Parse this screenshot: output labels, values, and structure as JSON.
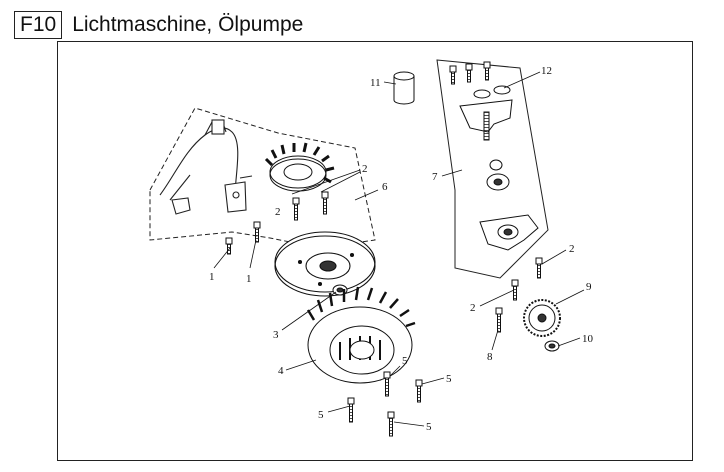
{
  "header": {
    "code": "F10",
    "title": "Lichtmaschine, Ölpumpe"
  },
  "callouts": {
    "c1a": "1",
    "c1b": "1",
    "c2a": "2",
    "c2b": "2",
    "c2c": "2",
    "c2d": "2",
    "c3": "3",
    "c4": "4",
    "c5a": "5",
    "c5b": "5",
    "c5c": "5",
    "c5d": "5",
    "c6": "6",
    "c7": "7",
    "c8": "8",
    "c9": "9",
    "c10": "10",
    "c11": "11",
    "c12": "12"
  }
}
